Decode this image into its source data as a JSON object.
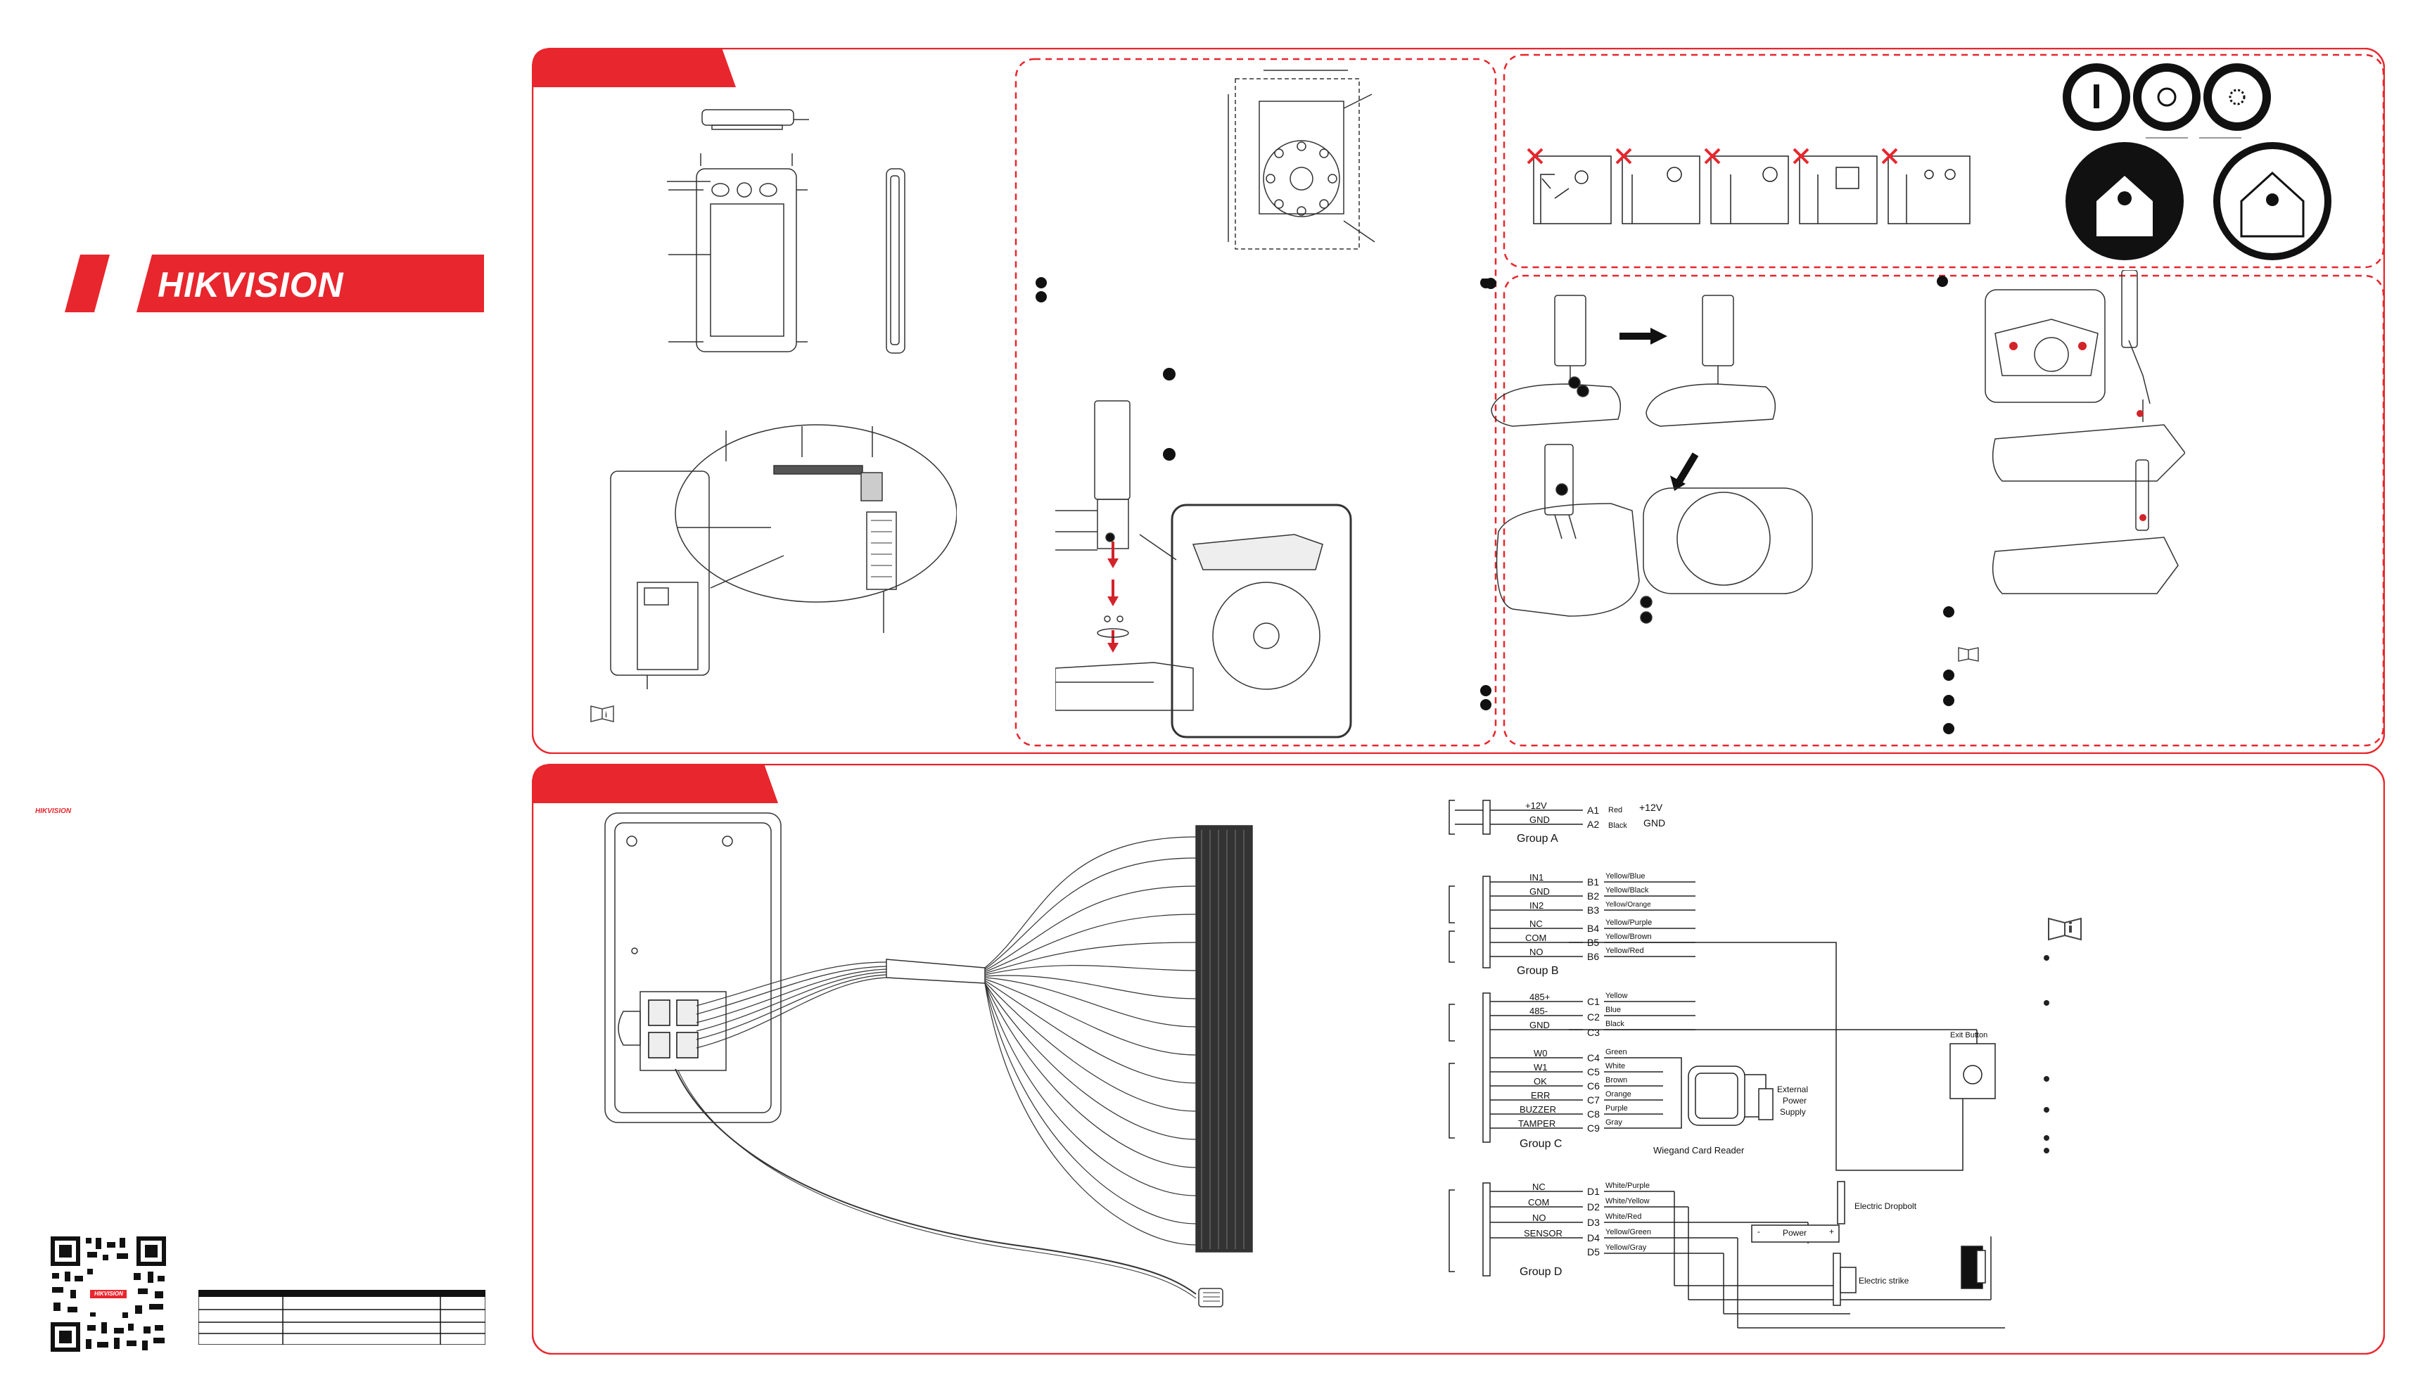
{
  "brand": {
    "logo_text": "HIKVISION",
    "small_logo_text": "HIKVISION",
    "qr_logo_text": "HIKVISION",
    "accent_color": "#e8262d"
  },
  "legend_table": {
    "columns": 3,
    "rows": 4
  },
  "wiring": {
    "group_a": {
      "title": "Group A",
      "terminals": [
        "+12V",
        "GND"
      ],
      "pins": [
        "A1",
        "A2"
      ],
      "colors": [
        "Red",
        "Black"
      ],
      "power_labels": [
        "+12V",
        "GND"
      ]
    },
    "group_b": {
      "title": "Group B",
      "terminals": [
        "IN1",
        "GND",
        "IN2",
        "NC",
        "COM",
        "NO"
      ],
      "pins": [
        "B1",
        "B2",
        "B3",
        "B4",
        "B5",
        "B6"
      ],
      "colors": [
        "Yellow/Blue",
        "Yellow/Black",
        "Yellow/Orange",
        "Yellow/Purple",
        "Yellow/Brown",
        "Yellow/Red"
      ]
    },
    "group_c": {
      "title": "Group C",
      "terminals": [
        "485+",
        "485-",
        "GND",
        "W0",
        "W1",
        "OK",
        "ERR",
        "BUZZER",
        "TAMPER"
      ],
      "pins": [
        "C1",
        "C2",
        "C3",
        "C4",
        "C5",
        "C6",
        "C7",
        "C8",
        "C9"
      ],
      "colors": [
        "Yellow",
        "Blue",
        "Black",
        "Green",
        "White",
        "Brown",
        "Orange",
        "Purple",
        "Gray"
      ]
    },
    "group_d": {
      "title": "Group D",
      "terminals": [
        "NC",
        "COM",
        "NO",
        "SENSOR"
      ],
      "pins": [
        "D1",
        "D2",
        "D3",
        "D4",
        "D5"
      ],
      "colors": [
        "White/Purple",
        "White/Yellow",
        "White/Red",
        "Yellow/Green",
        "Yellow/Gray"
      ]
    },
    "devices": {
      "exit_button": "Exit Button",
      "wiegand_reader": "Wiegand Card Reader",
      "external_power": [
        "External",
        "Power",
        "Supply"
      ],
      "electric_dropbolt": "Electric Dropbolt",
      "electric_strike": "Electric strike",
      "power": "Power",
      "minus": "-",
      "plus": "+"
    }
  }
}
